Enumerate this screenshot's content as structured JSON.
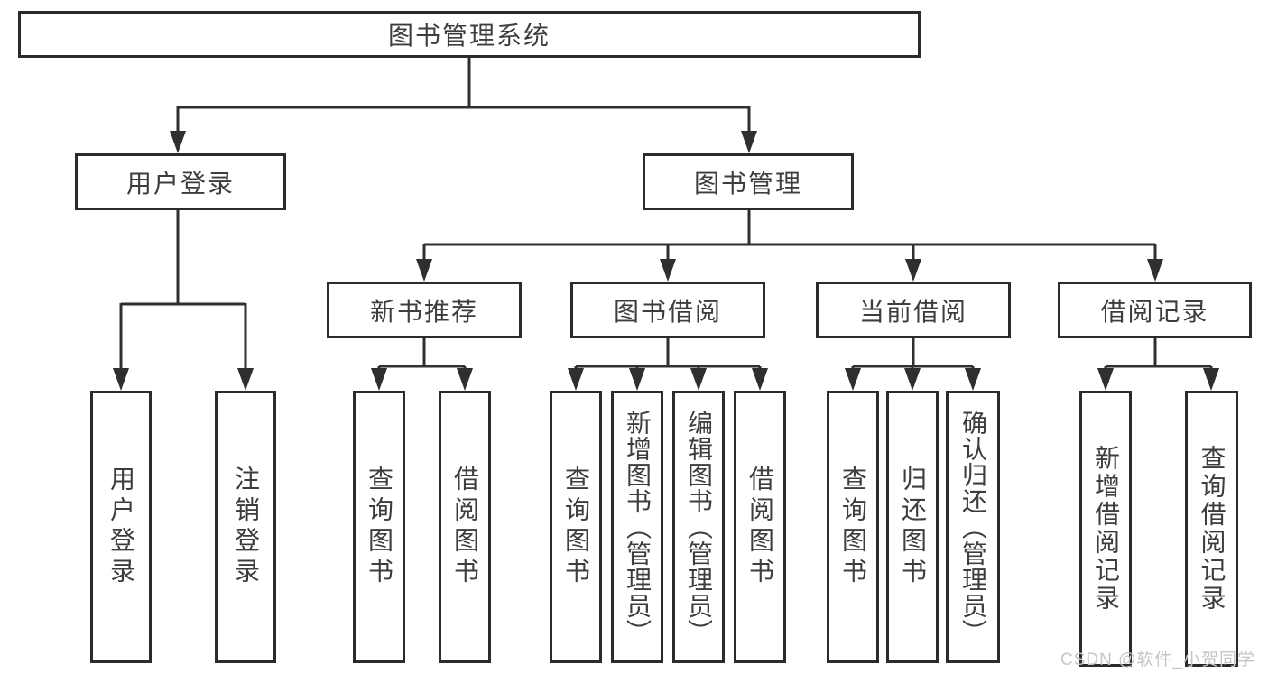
{
  "diagram": {
    "root": {
      "label": "图书管理系统",
      "children": [
        {
          "label": "用户登录",
          "children": [
            {
              "label": "用户登录"
            },
            {
              "label": "注销登录"
            }
          ]
        },
        {
          "label": "图书管理",
          "children": [
            {
              "label": "新书推荐",
              "children": [
                {
                  "label": "查询图书"
                },
                {
                  "label": "借阅图书"
                }
              ]
            },
            {
              "label": "图书借阅",
              "children": [
                {
                  "label": "查询图书"
                },
                {
                  "label": "新增图书（管理员）"
                },
                {
                  "label": "编辑图书（管理员）"
                },
                {
                  "label": "借阅图书"
                }
              ]
            },
            {
              "label": "当前借阅",
              "children": [
                {
                  "label": "查询图书"
                },
                {
                  "label": "归还图书"
                },
                {
                  "label": "确认归还（管理员）"
                }
              ]
            },
            {
              "label": "借阅记录",
              "children": [
                {
                  "label": "新增借阅记录"
                },
                {
                  "label": "查询借阅记录"
                }
              ]
            }
          ]
        }
      ]
    }
  },
  "watermark": {
    "text": "CSDN @软件_小贺同学"
  },
  "colors": {
    "line": "#2f2f2f",
    "border": "#2b2b2b",
    "text": "#3d3d3d",
    "watermark": "#c6c6c6",
    "background": "#ffffff"
  }
}
